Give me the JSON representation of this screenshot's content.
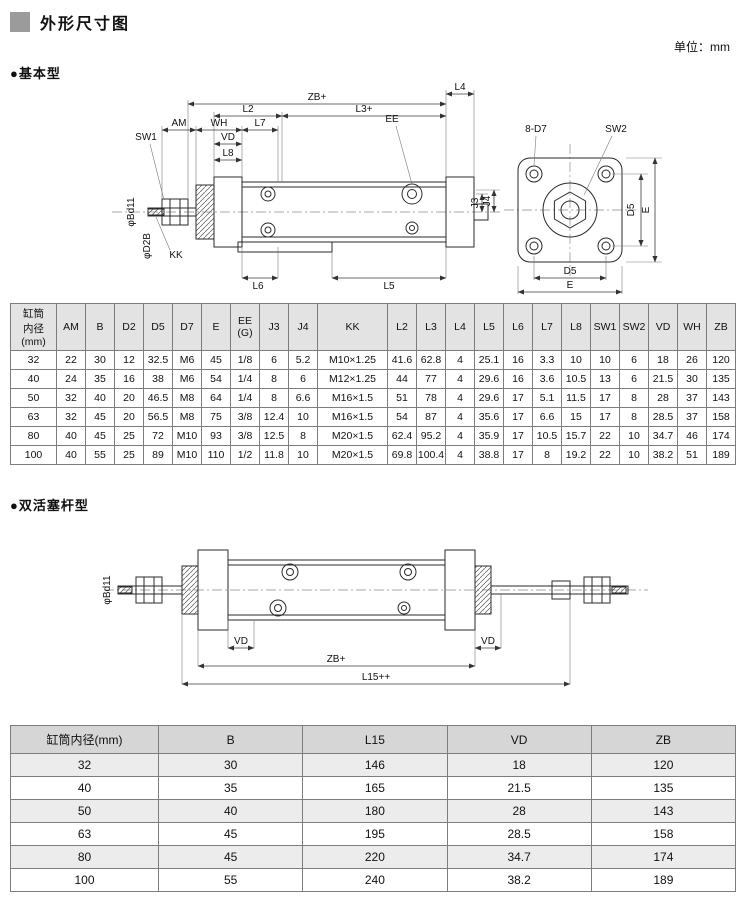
{
  "page": {
    "title": "外形尺寸图",
    "unit": "单位：mm"
  },
  "basic": {
    "heading": "●基本型",
    "labels": {
      "zb": "ZB+",
      "l4": "L4",
      "l2": "L2",
      "l3": "L3+",
      "am": "AM",
      "wh": "WH",
      "l7": "L7",
      "vd": "VD",
      "l8": "L8",
      "sw1": "SW1",
      "kk": "KK",
      "ee": "EE",
      "bd11": "φBd11",
      "d2": "φD2B",
      "j3": "J3",
      "j4": "J4",
      "l6": "L6",
      "l5": "L5",
      "d7": "8-D7",
      "sw2": "SW2",
      "d5": "D5",
      "e": "E"
    }
  },
  "double": {
    "heading": "●双活塞杆型",
    "labels": {
      "bd11": "φBd11",
      "vd": "VD",
      "zb": "ZB+",
      "l15": "L15++"
    }
  },
  "table1": {
    "headers": [
      "缸筒\n内径\n(mm)",
      "AM",
      "B",
      "D2",
      "D5",
      "D7",
      "E",
      "EE\n(G)",
      "J3",
      "J4",
      "KK",
      "L2",
      "L3",
      "L4",
      "L5",
      "L6",
      "L7",
      "L8",
      "SW1",
      "SW2",
      "VD",
      "WH",
      "ZB"
    ],
    "rows": [
      [
        "32",
        "22",
        "30",
        "12",
        "32.5",
        "M6",
        "45",
        "1/8",
        "6",
        "5.2",
        "M10×1.25",
        "41.6",
        "62.8",
        "4",
        "25.1",
        "16",
        "3.3",
        "10",
        "10",
        "6",
        "18",
        "26",
        "120"
      ],
      [
        "40",
        "24",
        "35",
        "16",
        "38",
        "M6",
        "54",
        "1/4",
        "8",
        "6",
        "M12×1.25",
        "44",
        "77",
        "4",
        "29.6",
        "16",
        "3.6",
        "10.5",
        "13",
        "6",
        "21.5",
        "30",
        "135"
      ],
      [
        "50",
        "32",
        "40",
        "20",
        "46.5",
        "M8",
        "64",
        "1/4",
        "8",
        "6.6",
        "M16×1.5",
        "51",
        "78",
        "4",
        "29.6",
        "17",
        "5.1",
        "11.5",
        "17",
        "8",
        "28",
        "37",
        "143"
      ],
      [
        "63",
        "32",
        "45",
        "20",
        "56.5",
        "M8",
        "75",
        "3/8",
        "12.4",
        "10",
        "M16×1.5",
        "54",
        "87",
        "4",
        "35.6",
        "17",
        "6.6",
        "15",
        "17",
        "8",
        "28.5",
        "37",
        "158"
      ],
      [
        "80",
        "40",
        "45",
        "25",
        "72",
        "M10",
        "93",
        "3/8",
        "12.5",
        "8",
        "M20×1.5",
        "62.4",
        "95.2",
        "4",
        "35.9",
        "17",
        "10.5",
        "15.7",
        "22",
        "10",
        "34.7",
        "46",
        "174"
      ],
      [
        "100",
        "40",
        "55",
        "25",
        "89",
        "M10",
        "110",
        "1/2",
        "11.8",
        "10",
        "M20×1.5",
        "69.8",
        "100.4",
        "4",
        "38.8",
        "17",
        "8",
        "19.2",
        "22",
        "10",
        "38.2",
        "51",
        "189"
      ]
    ]
  },
  "table2": {
    "headers": [
      "缸筒内径(mm)",
      "B",
      "L15",
      "VD",
      "ZB"
    ],
    "rows": [
      [
        "32",
        "30",
        "146",
        "18",
        "120"
      ],
      [
        "40",
        "35",
        "165",
        "21.5",
        "135"
      ],
      [
        "50",
        "40",
        "180",
        "28",
        "143"
      ],
      [
        "63",
        "45",
        "195",
        "28.5",
        "158"
      ],
      [
        "80",
        "45",
        "220",
        "34.7",
        "174"
      ],
      [
        "100",
        "55",
        "240",
        "38.2",
        "189"
      ]
    ]
  }
}
